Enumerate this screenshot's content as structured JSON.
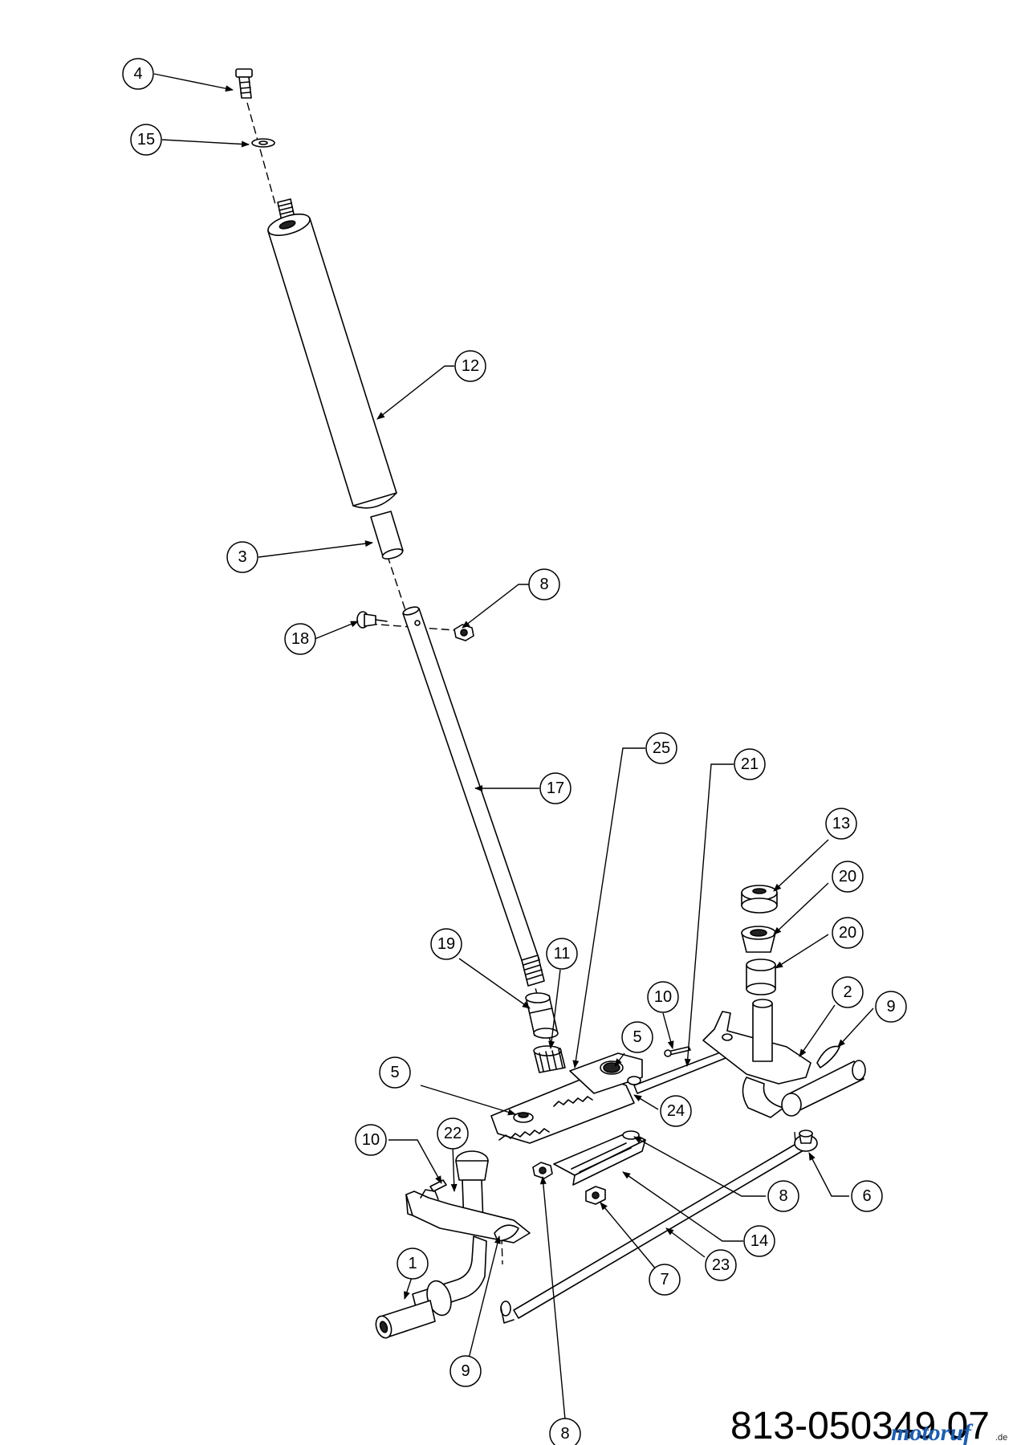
{
  "diagram_code": "813-050349 07",
  "watermark": {
    "text": "motoruf",
    "suffix": ".de",
    "color": "#1a5fb4"
  },
  "callouts": [
    {
      "id": "c4",
      "label": "4"
    },
    {
      "id": "c15",
      "label": "15"
    },
    {
      "id": "c12",
      "label": "12"
    },
    {
      "id": "c3",
      "label": "3"
    },
    {
      "id": "c8a",
      "label": "8"
    },
    {
      "id": "c18",
      "label": "18"
    },
    {
      "id": "c25",
      "label": "25"
    },
    {
      "id": "c21",
      "label": "21"
    },
    {
      "id": "c17",
      "label": "17"
    },
    {
      "id": "c13",
      "label": "13"
    },
    {
      "id": "c20a",
      "label": "20"
    },
    {
      "id": "c20b",
      "label": "20"
    },
    {
      "id": "c19",
      "label": "19"
    },
    {
      "id": "c11",
      "label": "11"
    },
    {
      "id": "c10a",
      "label": "10"
    },
    {
      "id": "c2",
      "label": "2"
    },
    {
      "id": "c9a",
      "label": "9"
    },
    {
      "id": "c5a",
      "label": "5"
    },
    {
      "id": "c5b",
      "label": "5"
    },
    {
      "id": "c24",
      "label": "24"
    },
    {
      "id": "c10b",
      "label": "10"
    },
    {
      "id": "c22",
      "label": "22"
    },
    {
      "id": "c8b",
      "label": "8"
    },
    {
      "id": "c6",
      "label": "6"
    },
    {
      "id": "c14",
      "label": "14"
    },
    {
      "id": "c23",
      "label": "23"
    },
    {
      "id": "c7",
      "label": "7"
    },
    {
      "id": "c1",
      "label": "1"
    },
    {
      "id": "c9b",
      "label": "9"
    },
    {
      "id": "c8c",
      "label": "8"
    }
  ]
}
